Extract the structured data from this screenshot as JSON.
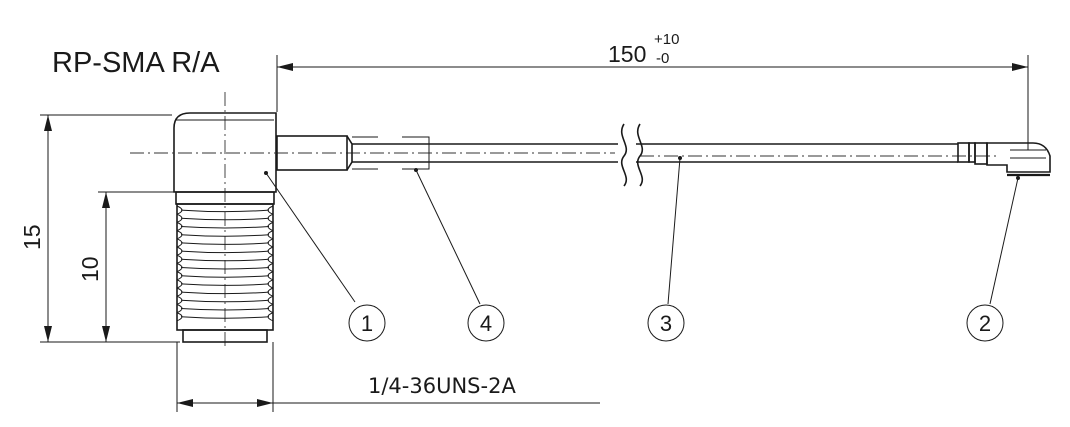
{
  "title": "RP-SMA R/A",
  "dimensions": {
    "length": {
      "base": "150",
      "upper_tol": "+10",
      "lower_tol": "-0"
    },
    "height_total": "15",
    "height_thread": "10",
    "thread": "1/4-36UNS-2A"
  },
  "balloons": [
    {
      "id": "b1",
      "label": "1"
    },
    {
      "id": "b4",
      "label": "4"
    },
    {
      "id": "b3",
      "label": "3"
    },
    {
      "id": "b2",
      "label": "2"
    }
  ]
}
